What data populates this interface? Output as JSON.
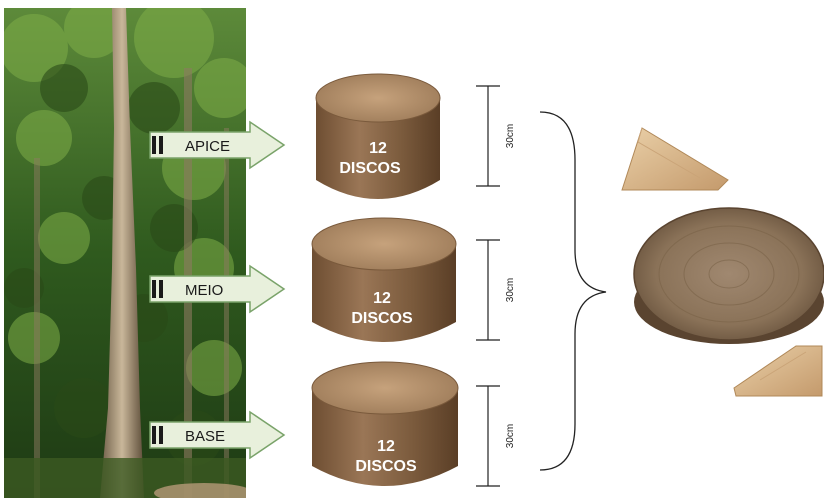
{
  "positions": [
    {
      "label": "APICE",
      "count": "12",
      "unit": "DISCOS",
      "length": "30cm"
    },
    {
      "label": "MEIO",
      "count": "12",
      "unit": "DISCOS",
      "length": "30cm"
    },
    {
      "label": "BASE",
      "count": "12",
      "unit": "DISCOS",
      "length": "30cm"
    }
  ],
  "colors": {
    "forest_dark": "#1f3a12",
    "forest_light": "#6d9a3a",
    "bark": "#8a6a4a",
    "wood_top": "#b08a64",
    "wedge": "#d9b98f",
    "arrow_fill": "#e8f0dc",
    "arrow_stroke": "#7aa36a"
  }
}
